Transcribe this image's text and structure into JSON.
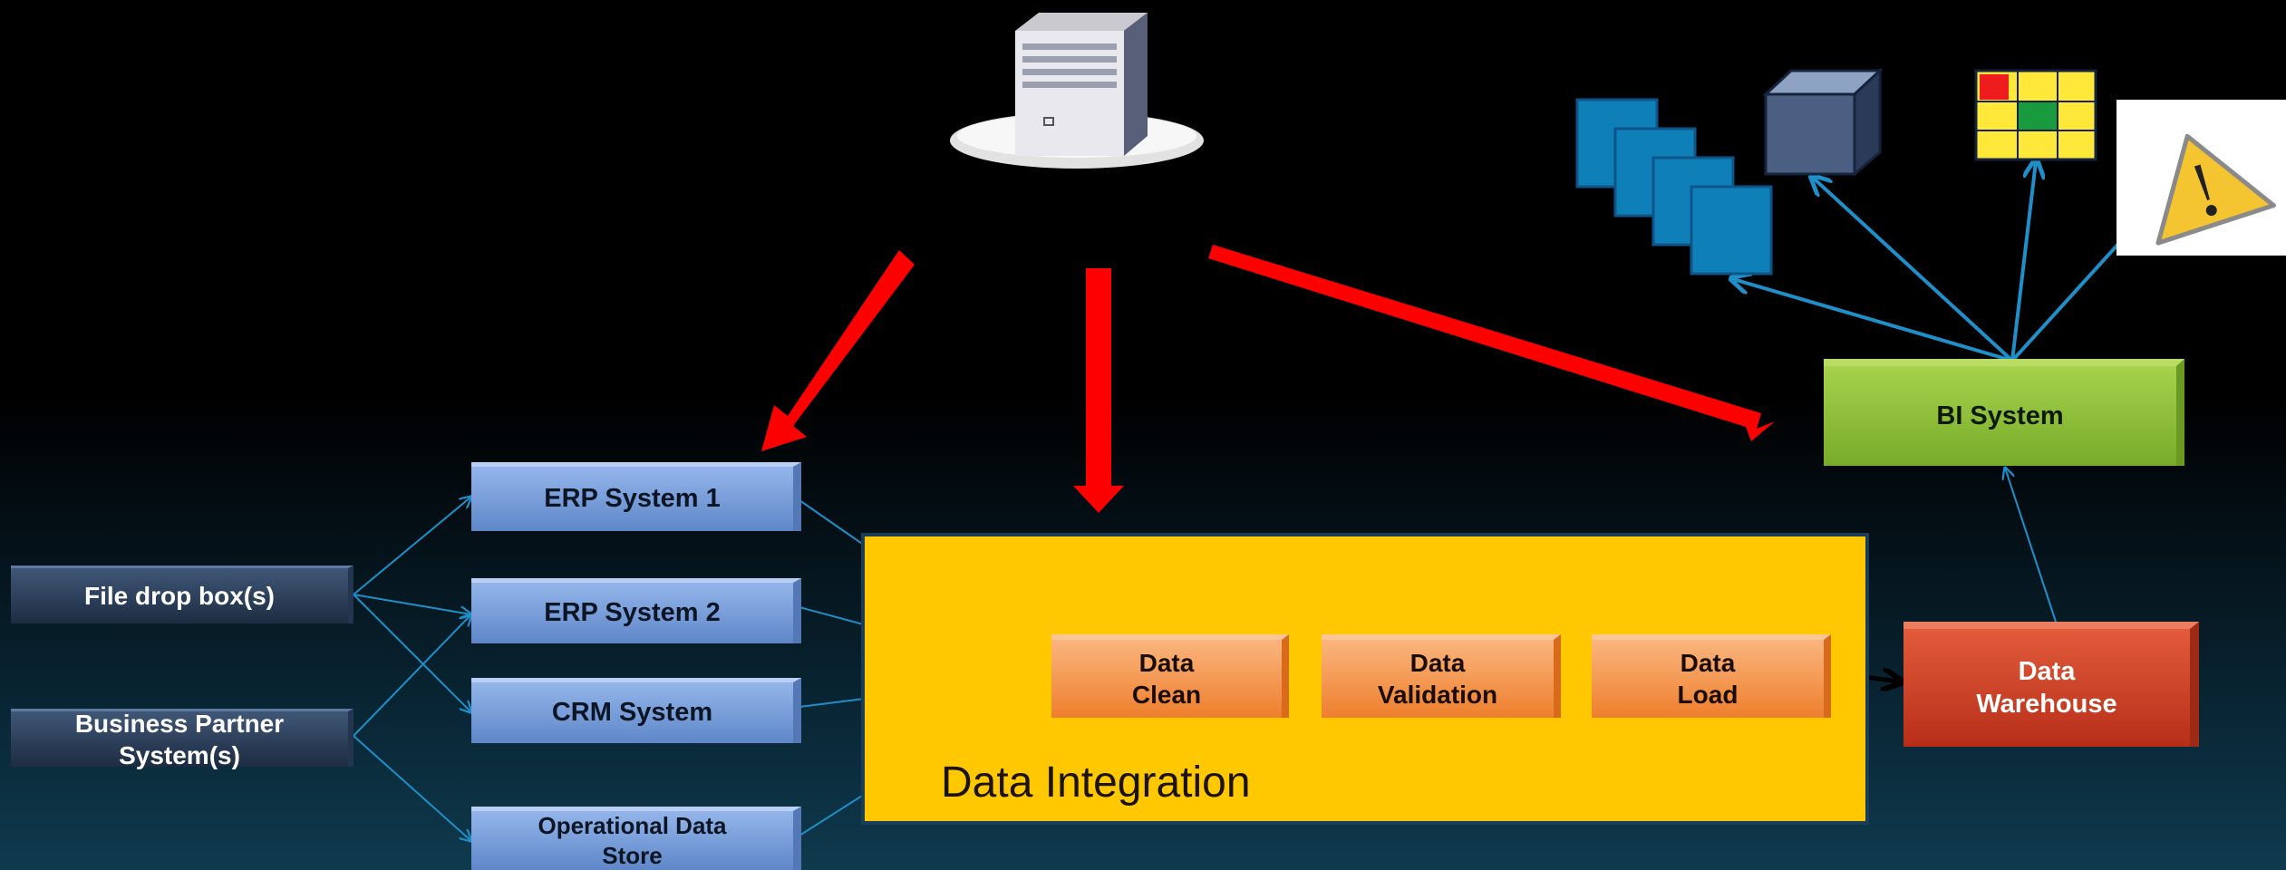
{
  "sources": {
    "file_drop": "File drop box(s)",
    "partner": "Business Partner System(s)"
  },
  "systems": {
    "erp1": "ERP System 1",
    "erp2": "ERP System 2",
    "crm": "CRM System",
    "ods": "Operational Data Store"
  },
  "integration": {
    "title": "Data Integration",
    "steps": {
      "clean": "Data Clean",
      "validation": "Data Validation",
      "load": "Data Load"
    }
  },
  "targets": {
    "warehouse": "Data Warehouse",
    "bi": "BI System"
  },
  "icons": [
    "server-icon",
    "report-stack-icon",
    "cube-icon",
    "scorecard-grid-icon",
    "warning-alert-icon"
  ],
  "colors": {
    "highlight_arrow": "#ff0000",
    "connector": "#1e8fc8",
    "integration_fill": "#ffc800",
    "step_fill": "#f39043",
    "system_fill": "#7fa3de",
    "bi_fill": "#8fc13a",
    "warehouse_fill": "#d24426"
  }
}
